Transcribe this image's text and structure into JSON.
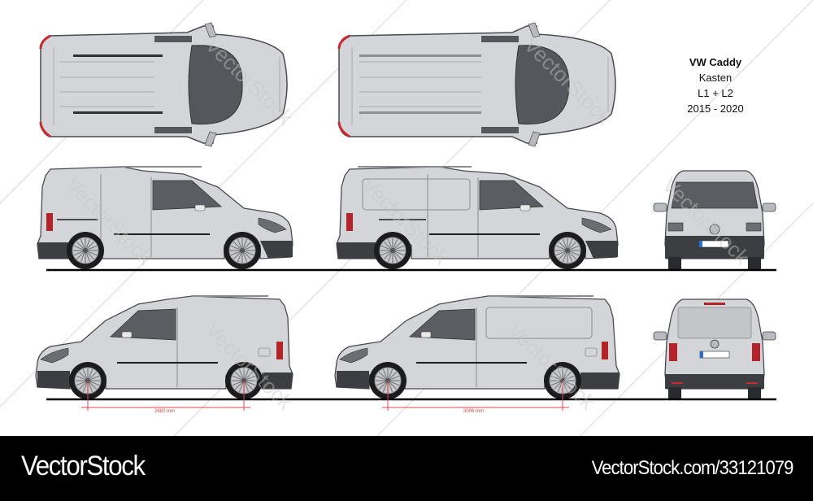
{
  "title_block": {
    "model": "VW Caddy",
    "body_type": "Kasten",
    "variants": "L1 + L2",
    "years": "2015 - 2020"
  },
  "views": {
    "top": [
      "L1 top view",
      "L2 top view"
    ],
    "side_right": [
      "L1 right side view",
      "L2 right side view"
    ],
    "side_left": [
      "L1 left side view",
      "L2 left side view"
    ],
    "front": "front view",
    "rear": "rear view"
  },
  "dimensions": {
    "l1_wheelbase": "2682 mm",
    "l2_wheelbase": "3006 mm"
  },
  "colors": {
    "body": "#d4d5d8",
    "glass": "#5b5d62",
    "bumper": "#3c3e42",
    "taillight": "#b3242a",
    "dimension": "#e0444c",
    "ground": "#000000",
    "footer_bg": "#000000"
  },
  "watermark": {
    "text": "VectorStock"
  },
  "footer": {
    "brand": "VectorStock",
    "url": "VectorStock.com/33121079"
  }
}
